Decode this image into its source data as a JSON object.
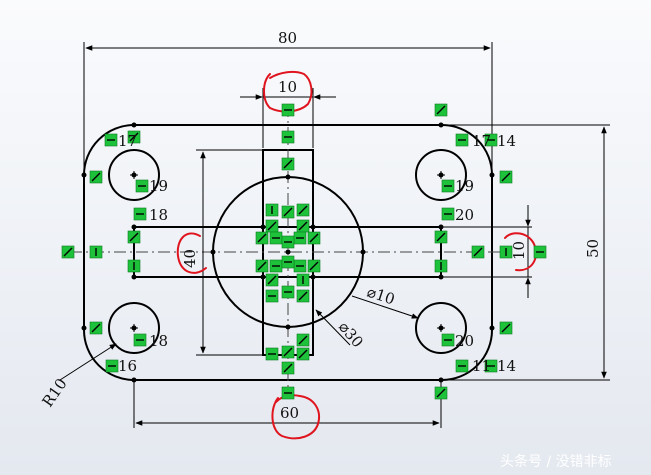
{
  "dimensions": {
    "overall_width": "80",
    "slot_width": "10",
    "overall_height": "50",
    "inner_height": "40",
    "inner_width": "60",
    "slot_height": "10",
    "small_hole_diameter": "⌀10",
    "circle_diameter": "⌀30",
    "corner_radius": "R10"
  },
  "relation_tags": {
    "top_left_corner": "17",
    "top_right_corner": "17",
    "top_right_edge": "14",
    "top_left_hole": "19",
    "top_right_hole": "19",
    "upper_left_line": "18",
    "upper_right_line": "20",
    "bottom_left_hole": "18",
    "bottom_right_hole": "20",
    "bottom_left_corner": "16",
    "bottom_right_corner": "11",
    "bottom_right_edge": "14"
  },
  "watermark": "头条号 / 没错非标",
  "colors": {
    "line": "#000000",
    "relation_green": "#1ec23a",
    "annotation_red": "#e0141e",
    "centerline": "#444444"
  }
}
